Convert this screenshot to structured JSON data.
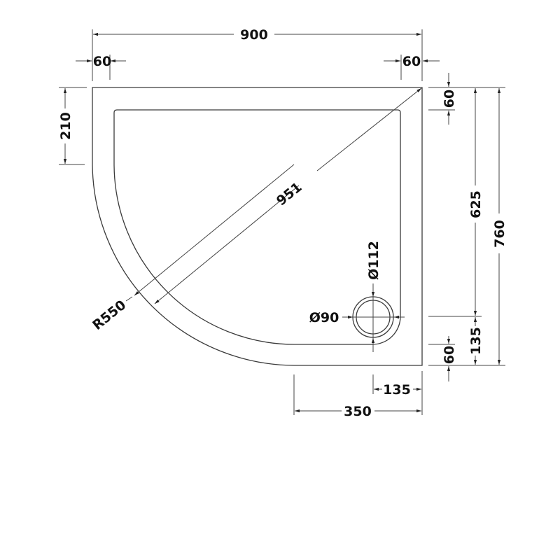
{
  "title": "Quadrant shower tray technical drawing",
  "units": "mm",
  "colors": {
    "line": "#3a3a3a",
    "text": "#111111",
    "background": "#ffffff"
  },
  "dimensions": {
    "overall_width": "900",
    "left_rim": "60",
    "right_rim": "60",
    "left_straight": "210",
    "top_rim": "60",
    "straight_right_to_waste": "625",
    "overall_depth": "760",
    "waste_to_front": "135",
    "bottom_rim": "60",
    "waste_to_right": "135",
    "bottom_straight": "350",
    "diagonal": "951",
    "radius": "R550",
    "waste_outer_diameter": "Ø112",
    "waste_inner_diameter": "Ø90"
  }
}
